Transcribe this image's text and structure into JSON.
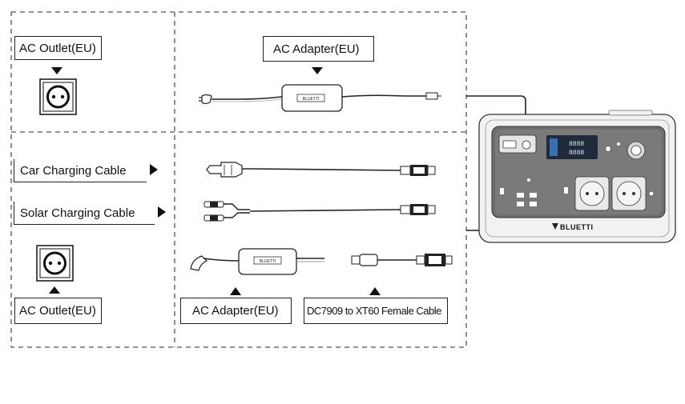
{
  "labels": {
    "ac_outlet_top": "AC Outlet(EU)",
    "ac_adapter_top": "AC Adapter(EU)",
    "car_charging_cable": "Car Charging Cable",
    "solar_charging_cable": "Solar Charging Cable",
    "ac_outlet_bottom": "AC Outlet(EU)",
    "ac_adapter_bottom": "AC  Adapter(EU)",
    "dc_cable": "DC7909 to XT60 Female Cable"
  },
  "device": {
    "brand": "BLUETTI",
    "display_digits": "8888"
  },
  "colors": {
    "line": "#222222",
    "dash": "#555555",
    "device_shell": "#f2f2f2",
    "panel": "#6e6e6e",
    "display": "#1f2a3a"
  }
}
